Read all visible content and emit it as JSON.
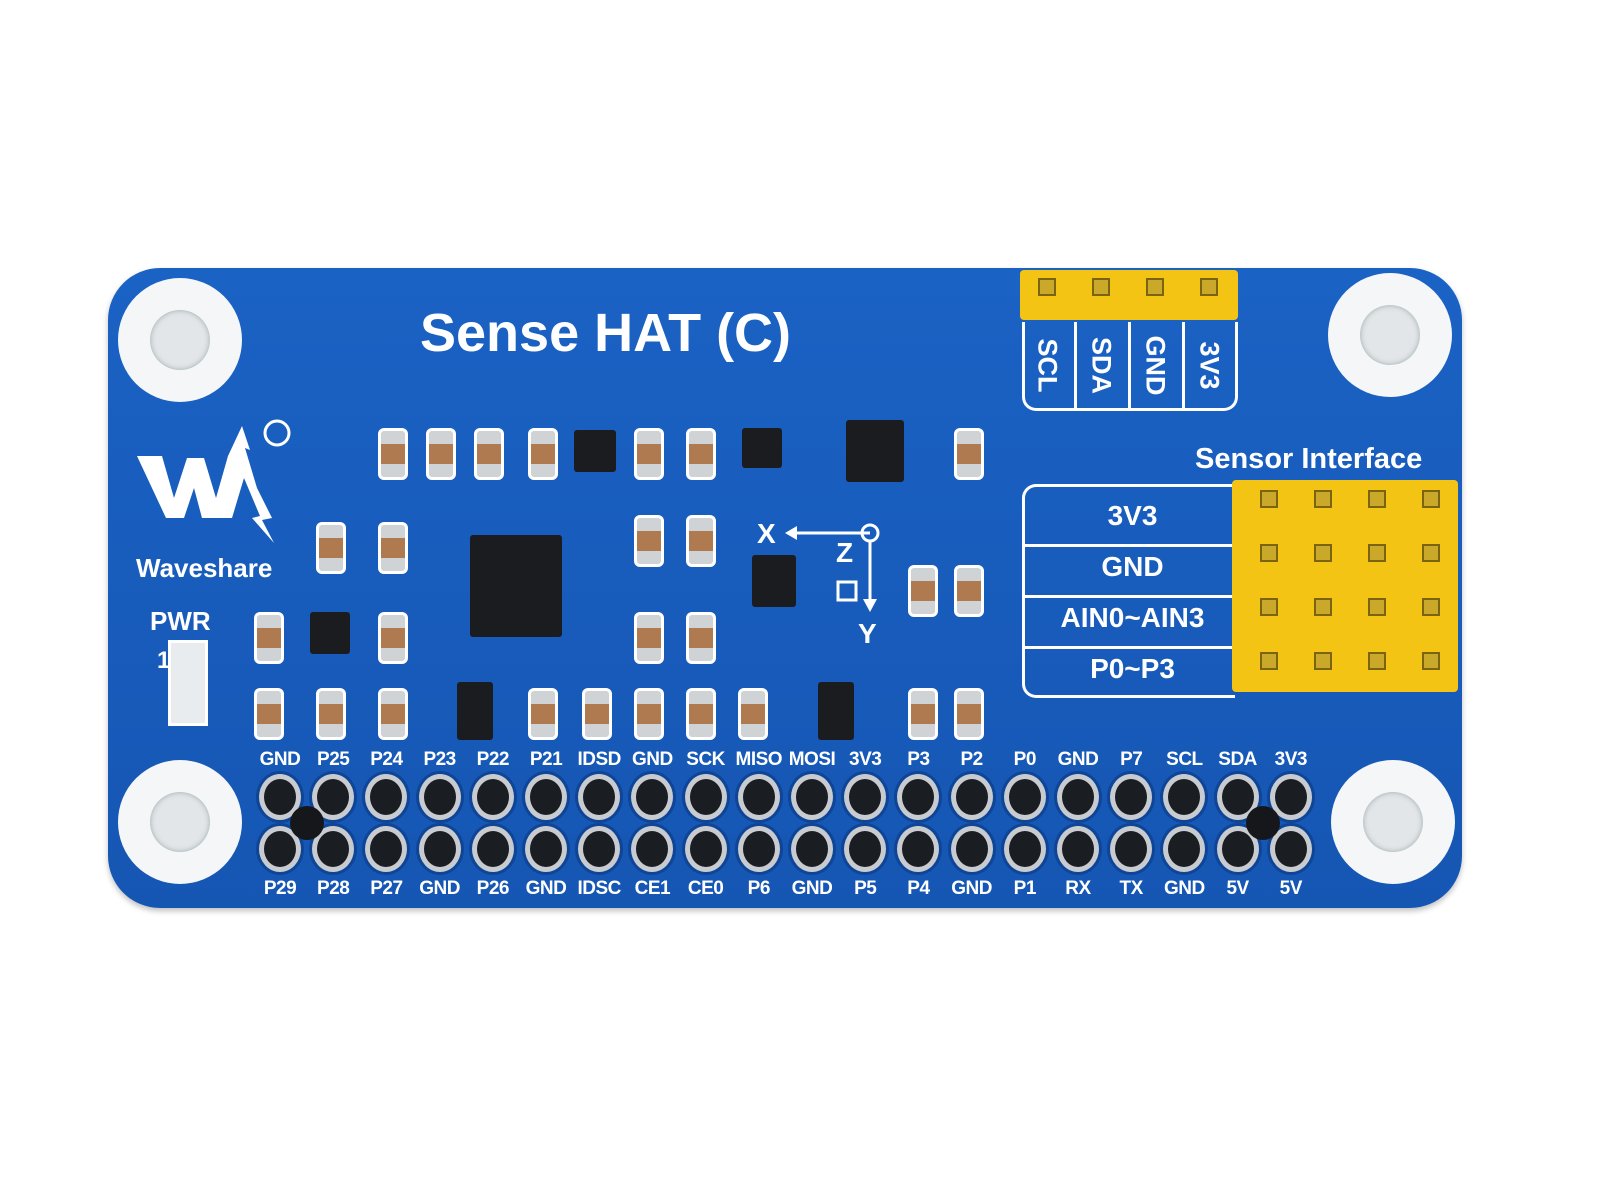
{
  "board": {
    "title": "Sense HAT (C)",
    "brand": "Waveshare",
    "brand_mark": "®",
    "power_label": "PWR",
    "power_marker": "1",
    "color": "#1a62c4"
  },
  "i2c_header": {
    "pins": [
      "SCL",
      "SDA",
      "GND",
      "3V3"
    ]
  },
  "sensor_interface": {
    "title": "Sensor Interface",
    "rows": [
      "3V3",
      "GND",
      "AIN0~AIN3",
      "P0~P3"
    ]
  },
  "axes": {
    "x": "X",
    "y": "Y",
    "z": "Z"
  },
  "gpio_header": {
    "top_labels": [
      "GND",
      "P25",
      "P24",
      "P23",
      "P22",
      "P21",
      "IDSD",
      "GND",
      "SCK",
      "MISO",
      "MOSI",
      "3V3",
      "P3",
      "P2",
      "P0",
      "GND",
      "P7",
      "SCL",
      "SDA",
      "3V3"
    ],
    "bottom_labels": [
      "P29",
      "P28",
      "P27",
      "GND",
      "P26",
      "GND",
      "IDSC",
      "CE1",
      "CE0",
      "P6",
      "GND",
      "P5",
      "P4",
      "GND",
      "P1",
      "RX",
      "TX",
      "GND",
      "5V",
      "5V"
    ]
  }
}
